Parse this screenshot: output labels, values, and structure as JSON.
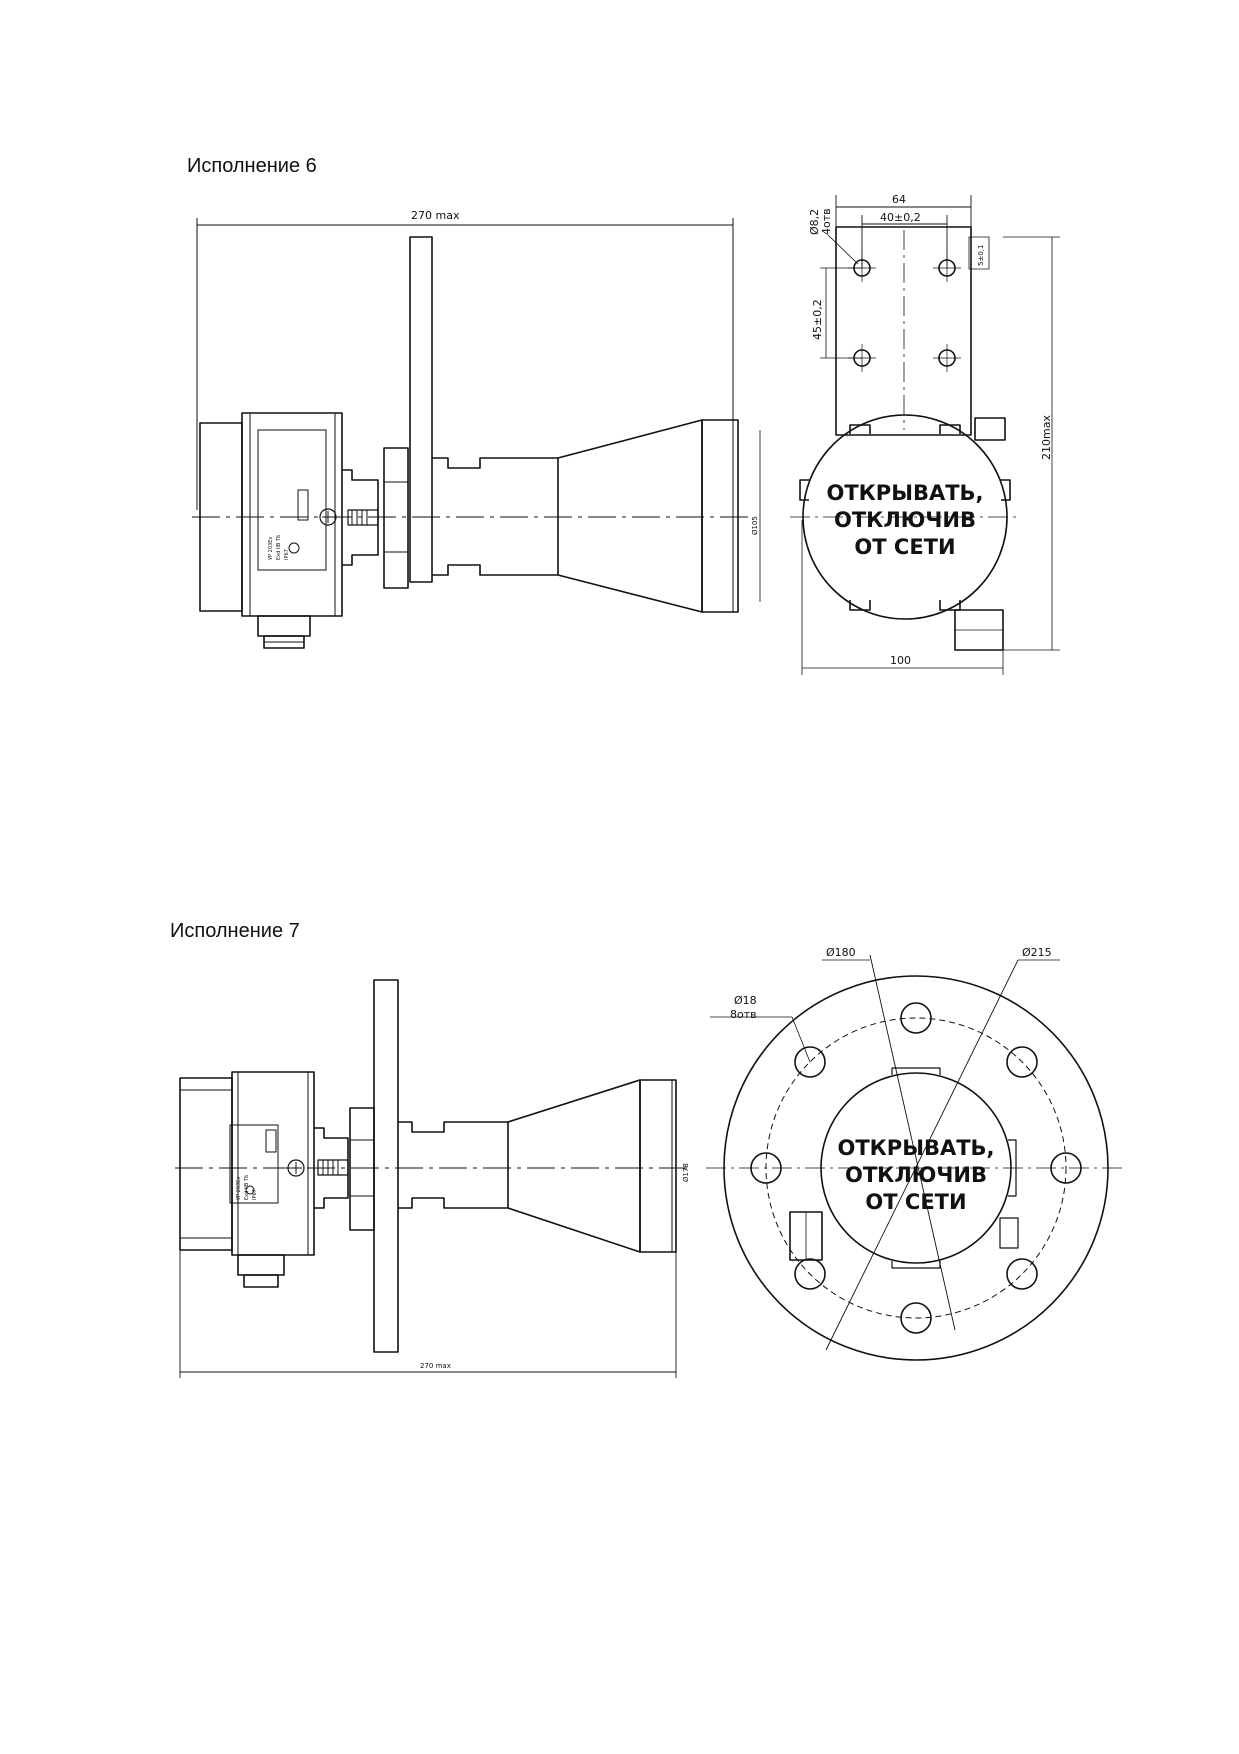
{
  "sections": [
    {
      "heading": "Исполнение 6",
      "side_view": {
        "overall_length": "270 max",
        "horn_diameter": "Ø105"
      },
      "front_view": {
        "hole_diameter": "Ø8,2",
        "hole_count": "4отв",
        "width_outer": "64",
        "width_inner": "40±0,2",
        "hole_spacing": "45±0,2",
        "offset": "5±0,1",
        "height": "210max",
        "width": "100",
        "warning_lines": [
          "ОТКРЫВАТЬ,",
          "ОТКЛЮЧИВ",
          "ОТ СЕТИ"
        ]
      }
    },
    {
      "heading": "Исполнение 7",
      "side_view": {
        "overall_length": "270 max",
        "horn_diameter": "Ø178"
      },
      "front_view": {
        "bolt_circle": "Ø180",
        "outer_diameter": "Ø215",
        "hole_diameter": "Ø18",
        "hole_count": "8отв",
        "warning_lines": [
          "ОТКРЫВАТЬ,",
          "ОТКЛЮЧИВ",
          "ОТ СЕТИ"
        ]
      }
    }
  ],
  "plate_text": [
    "УР 203Ех",
    "Exd IIB T6",
    "IP67"
  ],
  "colors": {
    "line": "#111111",
    "background": "#ffffff"
  }
}
